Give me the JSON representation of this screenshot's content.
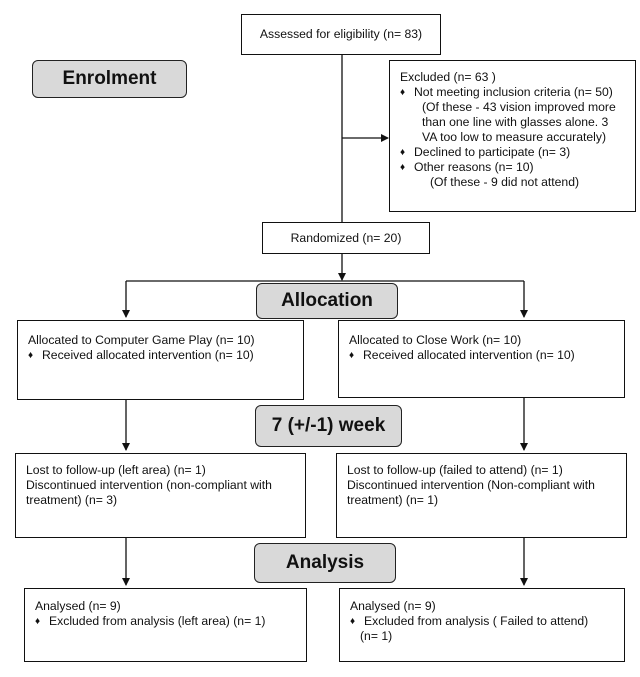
{
  "assessed": {
    "text": "Assessed for eligibility (n= 83)"
  },
  "stages": {
    "enrolment": "Enrolment",
    "allocation": "Allocation",
    "followup": "7 (+/-1) week",
    "analysis": "Analysis"
  },
  "excluded": {
    "title": "Excluded (n= 63 )",
    "bullet_symbol": "♦",
    "items": [
      {
        "label": "Not meeting inclusion criteria (n= 50)",
        "details": [
          "(Of these - 43 vision improved more",
          "than one line with glasses alone. 3",
          "VA too low to measure accurately)"
        ]
      },
      {
        "label": "Declined to participate (n= 3)"
      },
      {
        "label": "Other reasons (n= 10)",
        "details": [
          "(Of these - 9 did not attend)"
        ]
      }
    ]
  },
  "randomized": {
    "text": "Randomized (n= 20)"
  },
  "arms": {
    "left": {
      "allocation": {
        "title": "Allocated to Computer Game Play (n= 10)",
        "bullet": "Received allocated intervention (n= 10)"
      },
      "followup": {
        "lines": [
          "Lost to follow-up (left area) (n= 1)",
          "Discontinued intervention (non-compliant with",
          "treatment) (n= 3)"
        ]
      },
      "analysis": {
        "title": "Analysed  (n= 9)",
        "bullet_lines": [
          "Excluded from analysis (left area) (n= 1)"
        ]
      }
    },
    "right": {
      "allocation": {
        "title": "Allocated to Close Work (n= 10)",
        "bullet": "Received allocated intervention (n= 10)"
      },
      "followup": {
        "lines": [
          "Lost to follow-up (failed to attend) (n= 1)",
          "Discontinued intervention (Non-compliant with",
          "treatment) (n= 1)"
        ]
      },
      "analysis": {
        "title": "Analysed  (n= 9)",
        "bullet_lines": [
          "Excluded from analysis ( Failed to attend)",
          "(n= 1)"
        ]
      }
    }
  },
  "colors": {
    "stage_fill": "#d9d9d9",
    "line": "#111111"
  }
}
